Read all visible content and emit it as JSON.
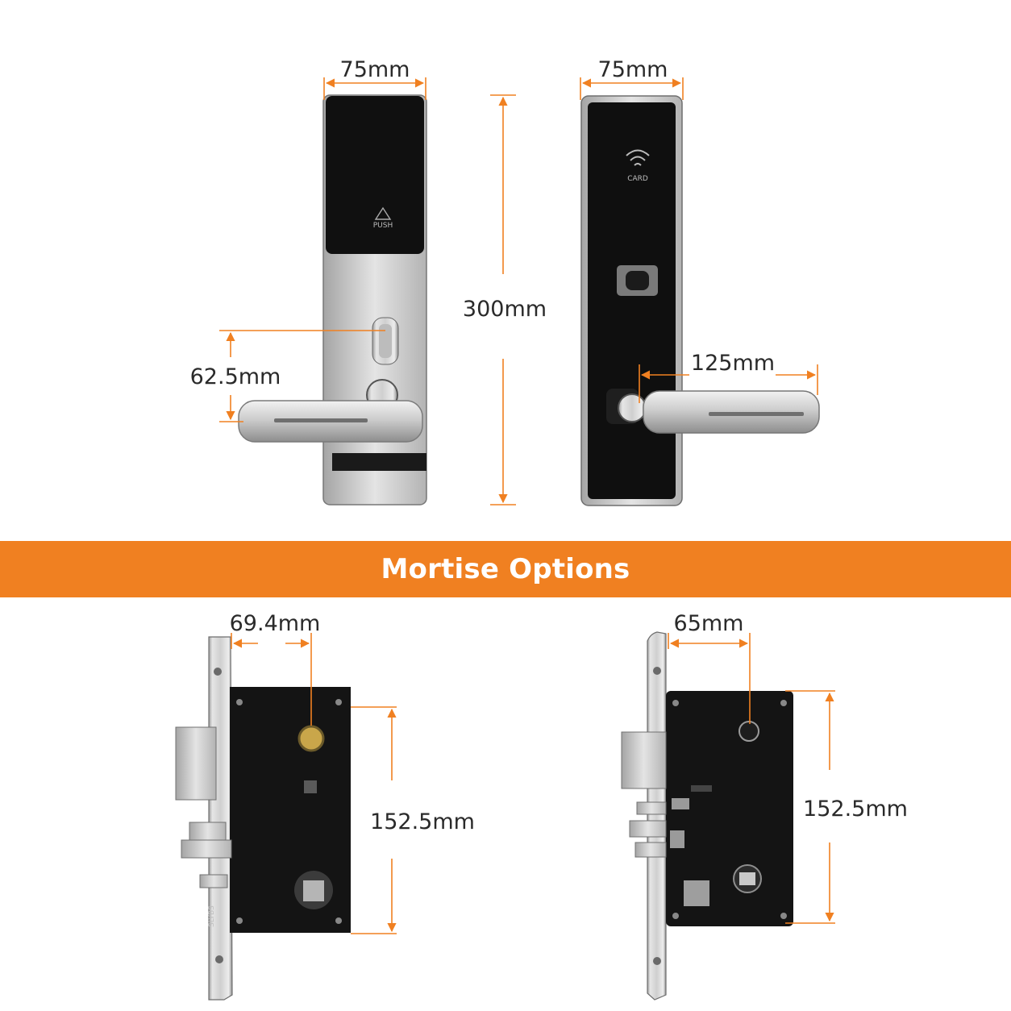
{
  "colors": {
    "accent": "#F08021",
    "panel_black": "#111111",
    "steel": "#c9c9c9"
  },
  "banner": {
    "title": "Mortise Options"
  },
  "front_lock": {
    "width_label": "75mm",
    "handle_label": "62.5mm",
    "push_text": "PUSH"
  },
  "back_lock": {
    "width_label": "75mm",
    "card_text": "CARD",
    "handle_label": "125mm"
  },
  "height_label": "300mm",
  "mortise_left": {
    "width_label": "69.4mm",
    "height_label": "152.5mm",
    "stamp_text": "SLYBS"
  },
  "mortise_right": {
    "width_label": "65mm",
    "height_label": "152.5mm"
  }
}
